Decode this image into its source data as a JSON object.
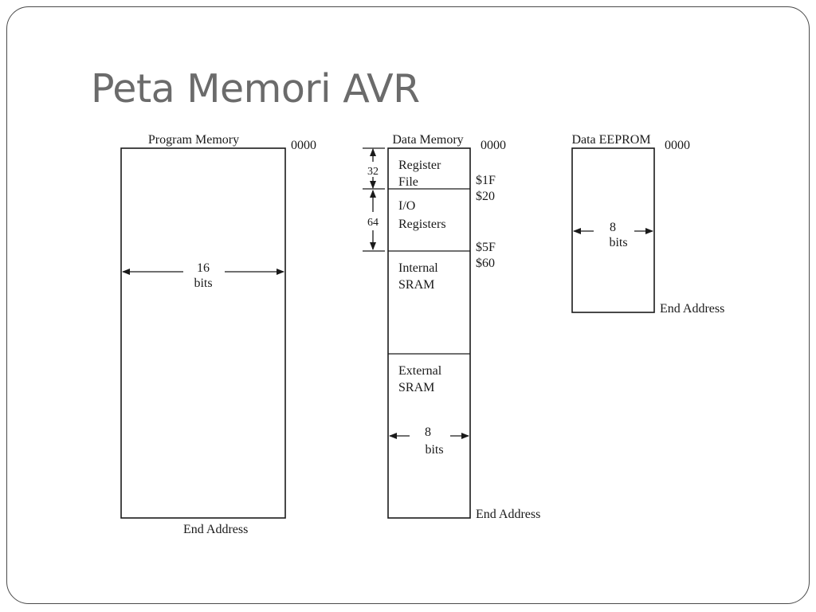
{
  "slide": {
    "title": "Peta Memori AVR"
  },
  "program_memory": {
    "title": "Program Memory",
    "start_address": "0000",
    "width_value": "16",
    "width_unit": "bits",
    "end_label": "End Address"
  },
  "data_memory": {
    "title": "Data Memory",
    "start_address": "0000",
    "register_file": {
      "line1": "Register",
      "line2": "File",
      "size": "32",
      "end": "$1F"
    },
    "io_registers": {
      "start": "$20",
      "line1": "I/O",
      "line2": "Registers",
      "size": "64",
      "end": "$5F"
    },
    "internal_sram": {
      "start": "$60",
      "line1": "Internal",
      "line2": "SRAM"
    },
    "external_sram": {
      "line1": "External",
      "line2": "SRAM"
    },
    "width_value": "8",
    "width_unit": "bits",
    "end_label": "End Address"
  },
  "data_eeprom": {
    "title": "Data EEPROM",
    "start_address": "0000",
    "width_value": "8",
    "width_unit": "bits",
    "end_label": "End Address"
  }
}
